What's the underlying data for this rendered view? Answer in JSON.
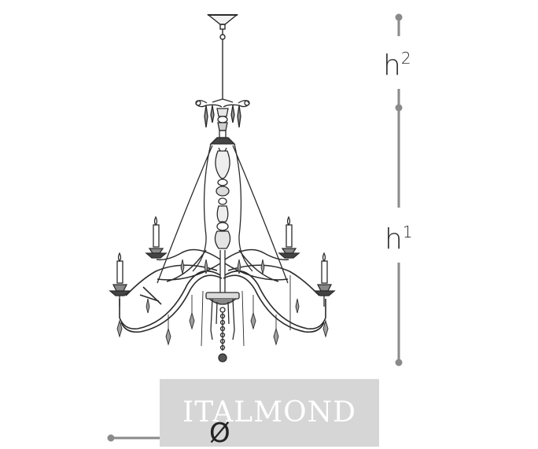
{
  "dimensions": {
    "height_overall": {
      "symbol": "h",
      "index": "1"
    },
    "height_suspension": {
      "symbol": "h",
      "index": "2"
    },
    "diameter": {
      "symbol": "Ø"
    }
  },
  "watermark": {
    "text": "ITALMOND"
  },
  "colors": {
    "line": "#2b2b2b",
    "dimension": "#8a8a8a",
    "watermark_bg": "#d6d6d6",
    "watermark_text": "#ffffff"
  }
}
